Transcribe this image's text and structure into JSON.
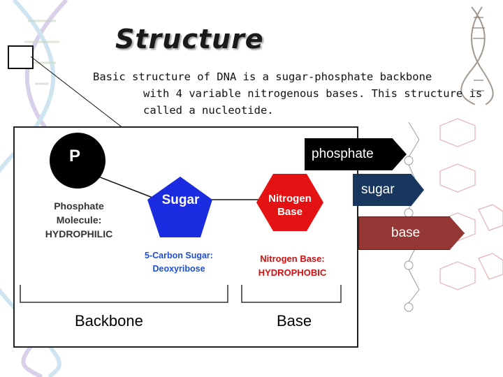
{
  "slide": {
    "title": "Structure",
    "description_line1": "Basic structure of DNA is a sugar-phosphate backbone",
    "description_line2": "with 4 variable nitrogenous bases.  This structure is",
    "description_line3": "called a nucleotide."
  },
  "diagram": {
    "phosphate_letter": "P",
    "phosphate_caption": [
      "Phosphate",
      "Molecule:",
      "HYDROPHILIC"
    ],
    "sugar_label": "Sugar",
    "sugar_caption": [
      "5-Carbon Sugar:",
      "Deoxyribose"
    ],
    "nitrogen_label": [
      "Nitrogen",
      "Base"
    ],
    "nitrogen_caption": [
      "Nitrogen Base:",
      "HYDROPHOBIC"
    ],
    "backbone_label": "Backbone",
    "base_label": "Base"
  },
  "arrows": {
    "phosphate": "phosphate",
    "sugar": "sugar",
    "base": "base"
  },
  "colors": {
    "phosphate": "#000000",
    "sugar": "#1a2be0",
    "nitrogen_base": "#e41212",
    "arrow_sugar": "#17375e",
    "arrow_base": "#953735"
  }
}
